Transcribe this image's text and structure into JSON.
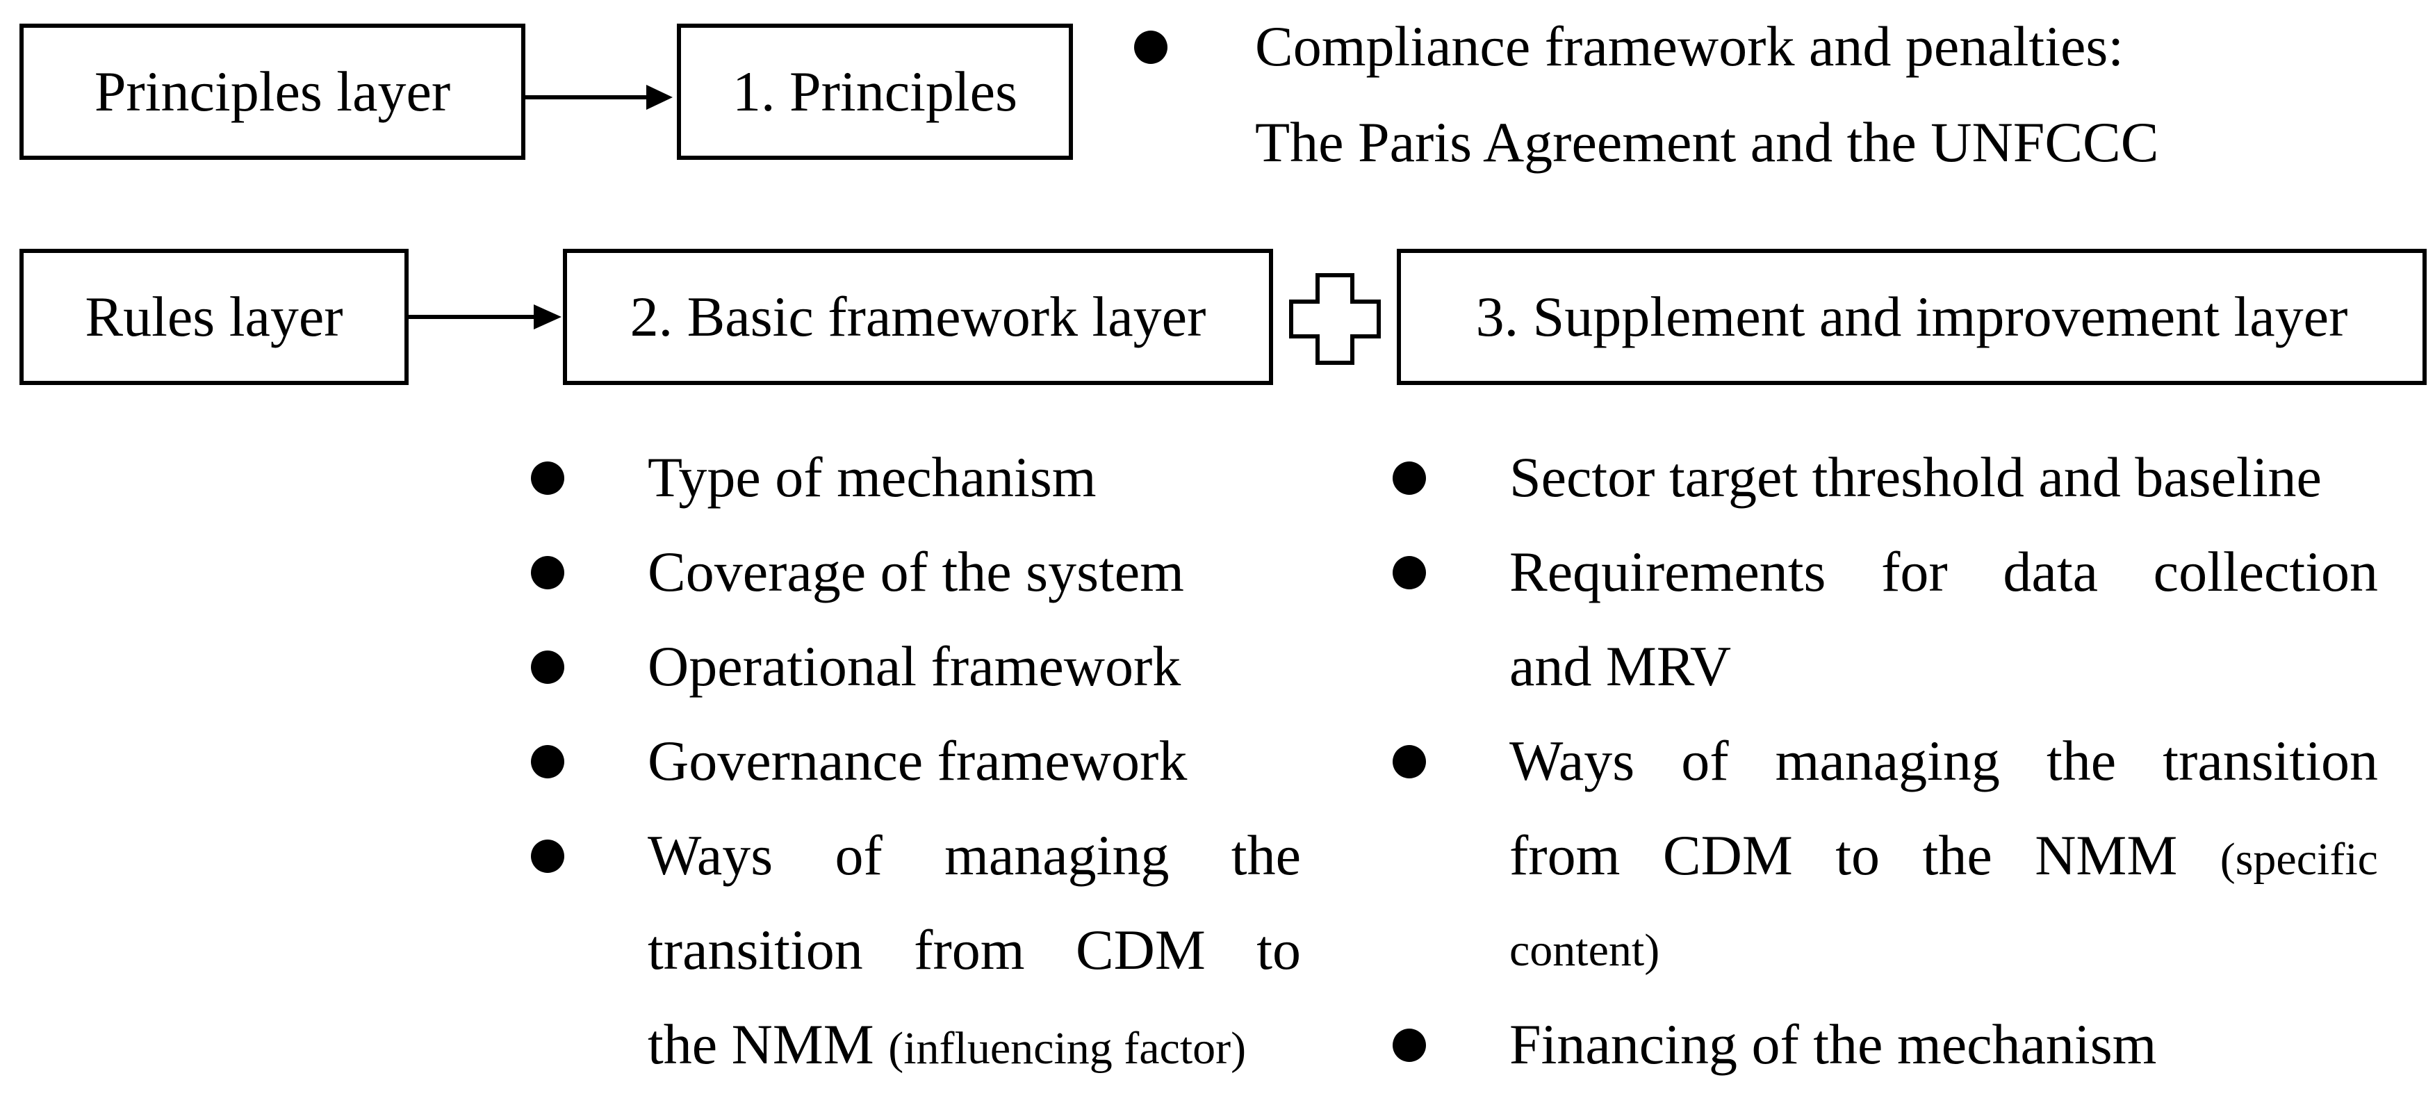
{
  "top": {
    "principles_layer": "Principles layer",
    "principles": "1. Principles",
    "compliance_line1": "Compliance framework and penalties:",
    "compliance_line2": "The Paris Agreement and the UNFCCC"
  },
  "middle": {
    "rules_layer": "Rules layer",
    "basic_framework": "2. Basic framework layer",
    "supplement": "3. Supplement and improvement layer"
  },
  "left_list": {
    "item1": "Type of mechanism",
    "item2": "Coverage of the system",
    "item3": "Operational framework",
    "item4": "Governance framework",
    "item5_w": [
      "Ways",
      "of",
      "managing",
      "the"
    ],
    "item5_w2": [
      "transition",
      "from",
      "CDM",
      "to"
    ],
    "item5_line3_main": "the NMM",
    "item5_line3_small": "(influencing factor)"
  },
  "right_list": {
    "item1": "Sector target threshold and baseline",
    "item2_w": [
      "Requirements",
      "for",
      "data",
      "collection"
    ],
    "item2_line2": "and MRV",
    "item3_w": [
      "Ways",
      "of",
      "managing",
      "the",
      "transition"
    ],
    "item3_line2_w": [
      "from",
      "CDM",
      "to",
      "the",
      "NMM"
    ],
    "item3_line2_small": "(specific",
    "item3_line3": "content)",
    "item4": "Financing of the mechanism"
  }
}
